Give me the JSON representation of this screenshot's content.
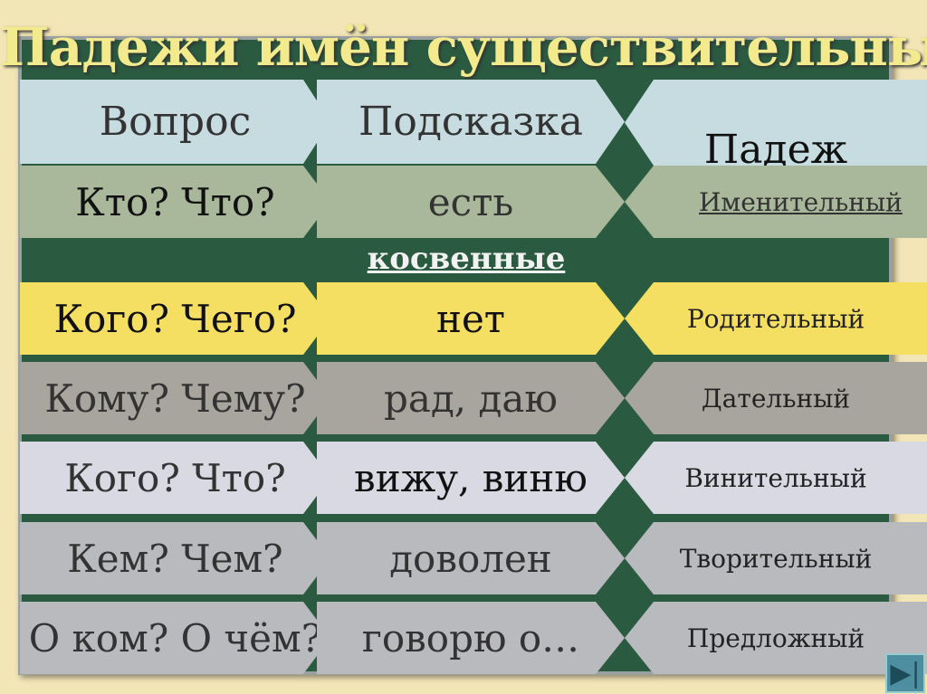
{
  "title": "Падежи имён существительных",
  "header": {
    "question": "Вопрос",
    "hint": "Подсказка",
    "case": "Падеж"
  },
  "indirect_label": "косвенные",
  "rows": [
    {
      "question": "Кто? Что?",
      "hint": "есть",
      "case": "Именительный",
      "color": "#a9b89a"
    },
    {
      "question": "Кого? Чего?",
      "hint": "нет",
      "case": "Родительный",
      "color": "#f4df62"
    },
    {
      "question": "Кому? Чему?",
      "hint": "рад, даю",
      "case": "Дательный",
      "color": "#a8a59e"
    },
    {
      "question": "Кого? Что?",
      "hint": "вижу, виню",
      "case": "Винительный",
      "color": "#d9d9e3"
    },
    {
      "question": "Кем? Чем?",
      "hint": "доволен",
      "case": "Творительный",
      "color": "#b9babd"
    },
    {
      "question": "О ком? О чём?",
      "hint": "говорю о…",
      "case": "Предложный",
      "color": "#b9babd"
    }
  ],
  "colors": {
    "header": "#c7dce1",
    "board": "#2a5b40",
    "title": "#f3e98d",
    "background": "#f2e5b6"
  },
  "nav": {
    "icon": "next-end-icon",
    "glyph": "▶|"
  }
}
